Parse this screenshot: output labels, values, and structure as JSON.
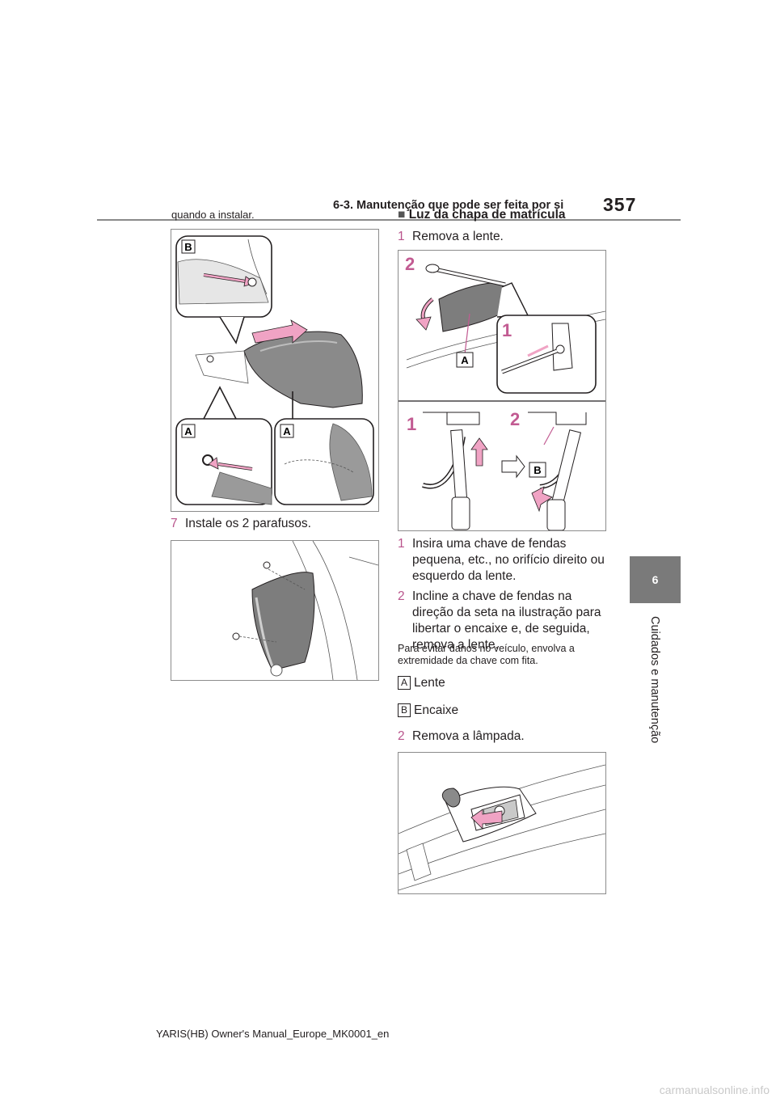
{
  "header": {
    "section_title": "6-3. Manutenção que pode ser feita por si",
    "page_number": "357"
  },
  "side_tab": {
    "chapter_number": "6",
    "chapter_title": "Cuidados e manutenção"
  },
  "left_column": {
    "intro_text": "quando a instalar.",
    "figure1": {
      "callout_b": "B",
      "callout_a1": "A",
      "callout_a2": "A"
    },
    "step7": {
      "number": "7",
      "text": "Instale os 2 parafusos."
    }
  },
  "right_column": {
    "heading_marker": "■",
    "heading": "Luz da chapa de matrícula",
    "step1": {
      "number": "1",
      "text": "Remova a lente."
    },
    "figure2": {
      "num_2_top": "2",
      "num_1_top": "1",
      "callout_a": "A",
      "num_1_bottom": "1",
      "num_2_bottom": "2",
      "callout_b": "B"
    },
    "substeps": [
      {
        "number": "1",
        "text": "Insira uma chave de fendas pequena, etc., no orifício direito ou esquerdo da lente."
      },
      {
        "number": "2",
        "text": "Incline a chave de fendas na direção da seta na ilustração para libertar o encaixe e, de seguida, remova a lente."
      }
    ],
    "note": "Para evitar danos no veículo, envolva a extremidade da chave com fita.",
    "legend": [
      {
        "key": "A",
        "label": "Lente"
      },
      {
        "key": "B",
        "label": "Encaixe"
      }
    ],
    "step2": {
      "number": "2",
      "text": "Remova a lâmpada."
    }
  },
  "footer": {
    "text": "YARIS(HB) Owner's Manual_Europe_MK0001_en"
  },
  "watermark": {
    "text": "carmanualsonline.info"
  },
  "colors": {
    "accent_pink": "#b9548c",
    "arrow_pink": "#f0a3c4",
    "tab_gray": "#7a7a7a",
    "rule_gray": "#8a8a8a"
  }
}
